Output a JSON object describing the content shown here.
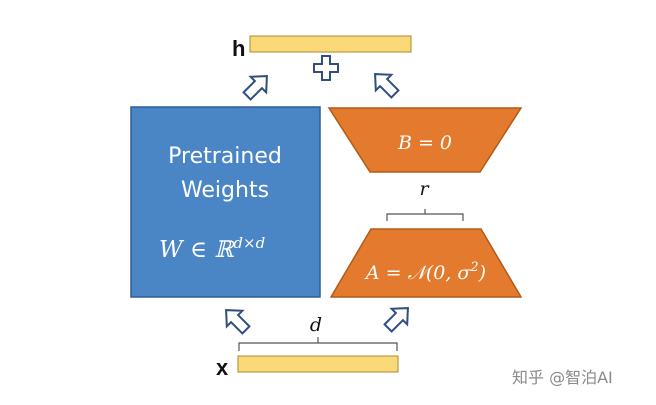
{
  "labels": {
    "h": "h",
    "x": "x",
    "plus": "+",
    "r": "r",
    "d": "d"
  },
  "pretrained": {
    "line1": "Pretrained",
    "line2": "Weights",
    "formula": "W ∈ ℝ",
    "superscript": "d×d"
  },
  "lora_b": {
    "formula": "B = 0"
  },
  "lora_a": {
    "formula": "A = 𝒩(0, σ",
    "superscript": "2",
    "formula_end": ")"
  },
  "watermark": "知乎 @智泊AI",
  "colors": {
    "blue_block": "#4A86C5",
    "blue_border": "#2E5E91",
    "orange_block": "#E37A2E",
    "orange_border": "#B35A18",
    "yellow_bar": "#F9D978",
    "yellow_border": "#B89A45",
    "arrow_stroke": "#2F4F7F"
  },
  "icons": {
    "arrow": "hollow-up-arrow-icon",
    "plus": "hollow-plus-icon"
  }
}
